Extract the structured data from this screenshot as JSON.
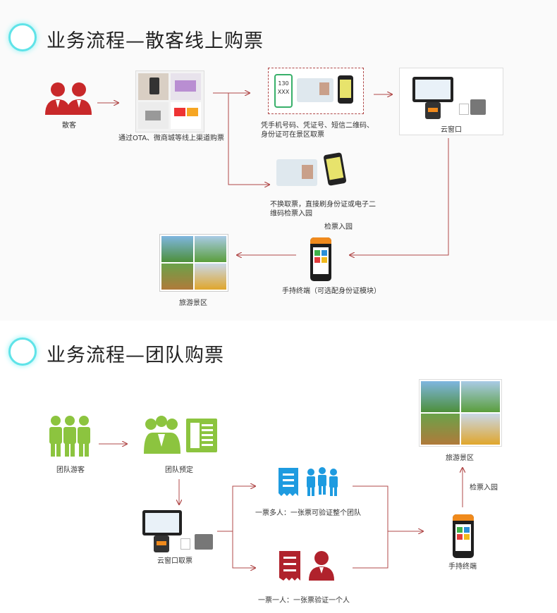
{
  "sections": [
    {
      "title": "业务流程—散客线上购票",
      "nodes": {
        "tourist": "散客",
        "online_channel": "通过OTA、微商城等线上渠道购票",
        "redeem_with_code": "凭手机号码、凭证号、短信二维码、身份证可在景区取票",
        "ticket_code_number": "130",
        "ticket_code_mask": "XXX",
        "no_ticket": "不换取票，直接刷身份证或电子二维码检票入园",
        "check_in": "检票入园",
        "cloud_window": "云窗口",
        "handheld_terminal": "手持终端（可选配身份证模块）",
        "scenic_area": "旅游景区"
      }
    },
    {
      "title": "业务流程—团队购票",
      "nodes": {
        "group_tourists": "团队游客",
        "group_booking": "团队预定",
        "cloud_window_pickup": "云窗口取票",
        "one_ticket_many": "一票多人：一张票可验证整个团队",
        "one_ticket_one": "一票一人：一张票验证一个人",
        "handheld_terminal": "手持终端",
        "check_in": "检票入园",
        "scenic_area": "旅游景区"
      }
    }
  ],
  "colors": {
    "arrow": "#b04848",
    "tourist_red": "#c8282a",
    "group_green": "#8cc43f",
    "ticket_blue": "#1e9be0",
    "ticket_red": "#b0222c",
    "ring": "#5fe3e8"
  }
}
